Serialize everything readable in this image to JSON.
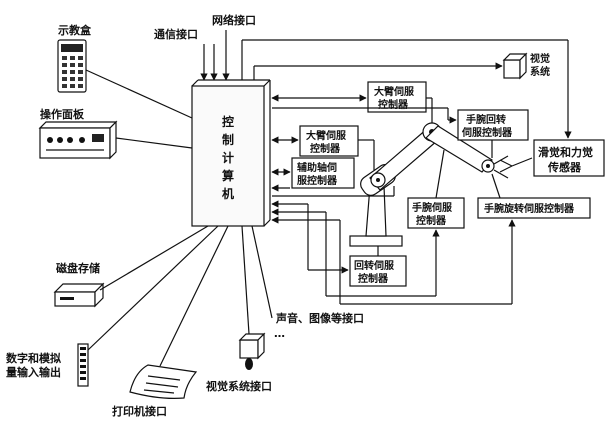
{
  "labels": {
    "teach_box": "示教盒",
    "operation_panel": "操作面板",
    "comm_port": "通信接口",
    "network_port": "网络接口",
    "ctrl_1": "控",
    "ctrl_2": "制",
    "ctrl_3": "计",
    "ctrl_4": "算",
    "ctrl_5": "机",
    "vision_sys_1": "视觉",
    "vision_sys_2": "系统",
    "big_arm_top_1": "大臂伺服",
    "big_arm_top_2": "控制器",
    "big_arm_mid_1": "大臂伺服",
    "big_arm_mid_2": "控制器",
    "aux_axis_1": "辅助轴伺",
    "aux_axis_2": "服控制器",
    "wrist_rotate_1": "手腕回转",
    "wrist_rotate_2": "伺服控制器",
    "wrist_servo_1": "手腕伺服",
    "wrist_servo_2": "控制器",
    "wrist_spin": "手腕旋转伺服控制器",
    "slip_force_1": "滑觉和力觉",
    "slip_force_2": "传感器",
    "rotary_1": "回转伺服",
    "rotary_2": "控制器",
    "disk": "磁盘存储",
    "audio_image": "声音、图像等接口",
    "dots": "…",
    "digital_io_1": "数字和模拟",
    "digital_io_2": "量输入输出",
    "printer": "打印机接口",
    "vision_port": "视觉系统接口"
  }
}
